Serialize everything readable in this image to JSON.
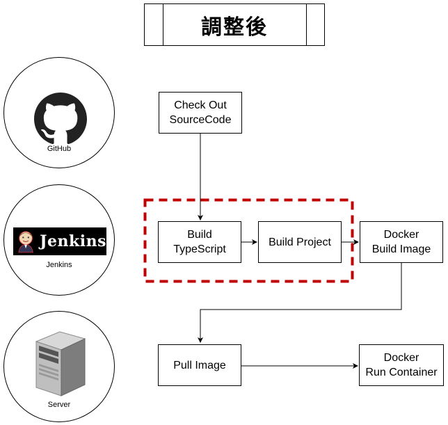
{
  "title": "調整後",
  "sources": {
    "github": {
      "label": "GitHub",
      "icon": "github-octocat-icon"
    },
    "jenkins": {
      "label": "Jenkins",
      "logo_text": "Jenkins",
      "icon": "jenkins-butler-icon"
    },
    "server": {
      "label": "Server",
      "icon": "server-tower-icon"
    }
  },
  "steps": {
    "checkout": {
      "line1": "Check Out",
      "line2": "SourceCode"
    },
    "build_ts": {
      "line1": "Build",
      "line2": "TypeScript"
    },
    "build_project": {
      "line1": "Build Project"
    },
    "docker_build": {
      "line1": "Docker",
      "line2": "Build Image"
    },
    "pull_image": {
      "line1": "Pull Image"
    },
    "docker_run": {
      "line1": "Docker",
      "line2": "Run Container"
    }
  },
  "colors": {
    "highlight_dashed": "#c00000",
    "stroke": "#000000"
  }
}
